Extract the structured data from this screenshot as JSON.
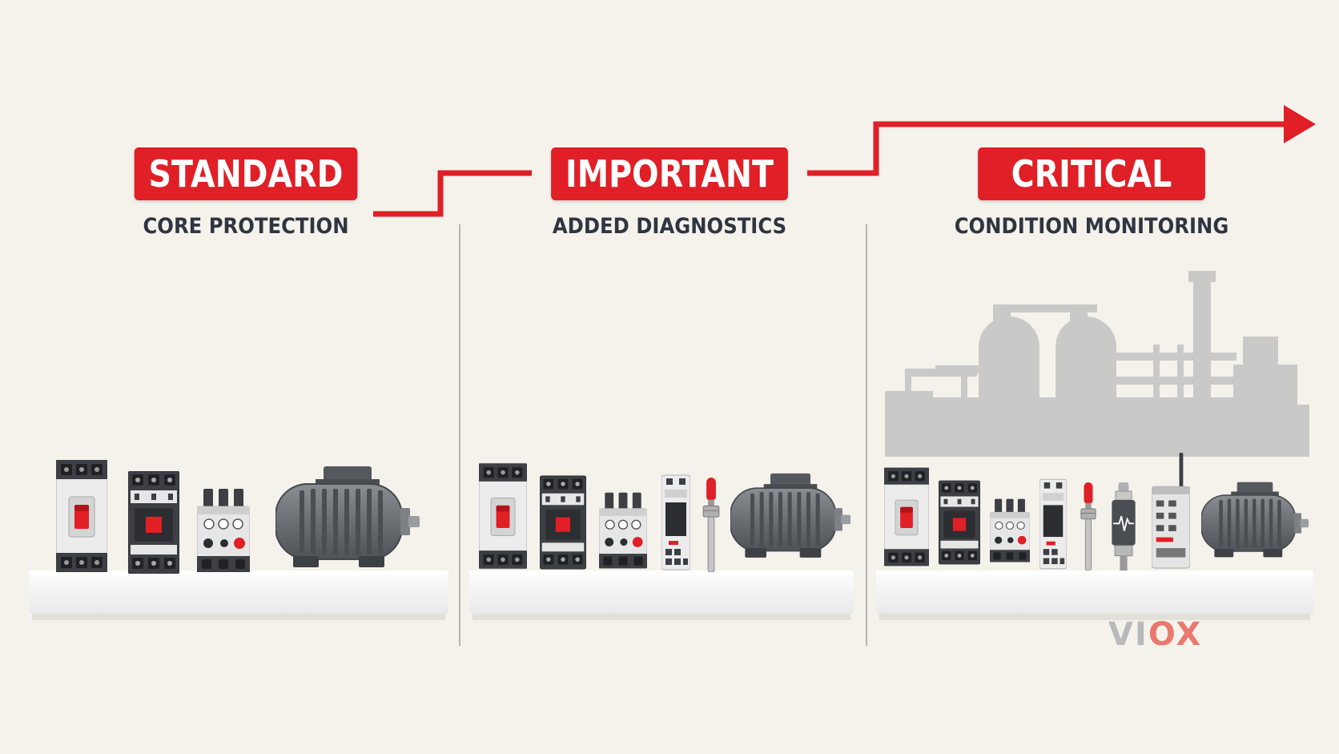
{
  "tiers": [
    {
      "title": "STANDARD",
      "subtitle": "CORE PROTECTION"
    },
    {
      "title": "IMPORTANT",
      "subtitle": "ADDED DIAGNOSTICS"
    },
    {
      "title": "CRITICAL",
      "subtitle": "CONDITION MONITORING"
    }
  ],
  "logo": {
    "part1": "VI",
    "part2": "OX"
  },
  "colors": {
    "accent": "#e01f26",
    "background": "#f5f2ec",
    "text": "#2f3540",
    "device_dark": "#3d3f44",
    "device_light": "#e9e9e9",
    "motor": "#6b6e73",
    "factory_silhouette": "#c7c7c7"
  },
  "icons": [
    "step-arrow-icon",
    "breaker-icon",
    "contactor-icon",
    "overload-relay-icon",
    "motor-icon",
    "monitoring-relay-icon",
    "temperature-sensor-icon",
    "vibration-sensor-icon",
    "wireless-gateway-icon",
    "factory-silhouette-icon"
  ]
}
